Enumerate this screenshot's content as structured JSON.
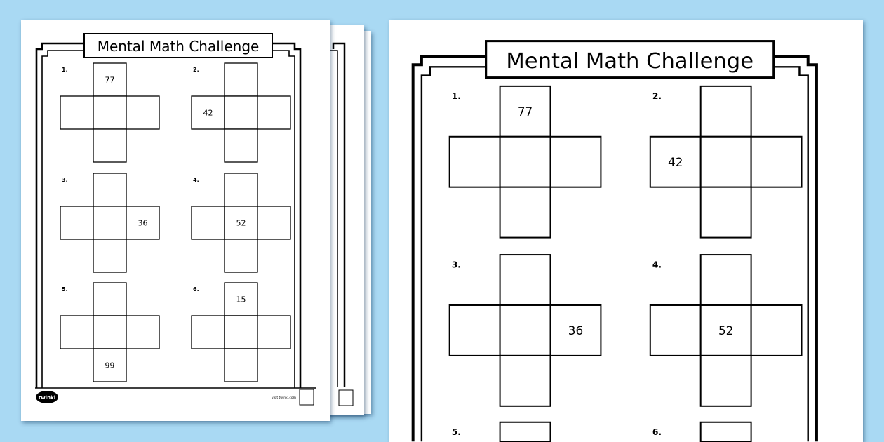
{
  "worksheet": {
    "title": "Mental Math Challenge",
    "problems": [
      {
        "number": "1.",
        "given_cell": "top",
        "value": "77"
      },
      {
        "number": "2.",
        "given_cell": "left",
        "value": "42"
      },
      {
        "number": "3.",
        "given_cell": "right",
        "value": "36"
      },
      {
        "number": "4.",
        "given_cell": "center",
        "value": "52"
      },
      {
        "number": "5.",
        "given_cell": "bottom",
        "value": "99"
      },
      {
        "number": "6.",
        "given_cell": "top",
        "value": "15"
      }
    ],
    "footer": {
      "logo": "twinkl",
      "url_text": "visit twinkl.com"
    }
  },
  "colors": {
    "background": "#a9d9f3",
    "paper": "#ffffff",
    "ink": "#000000"
  }
}
